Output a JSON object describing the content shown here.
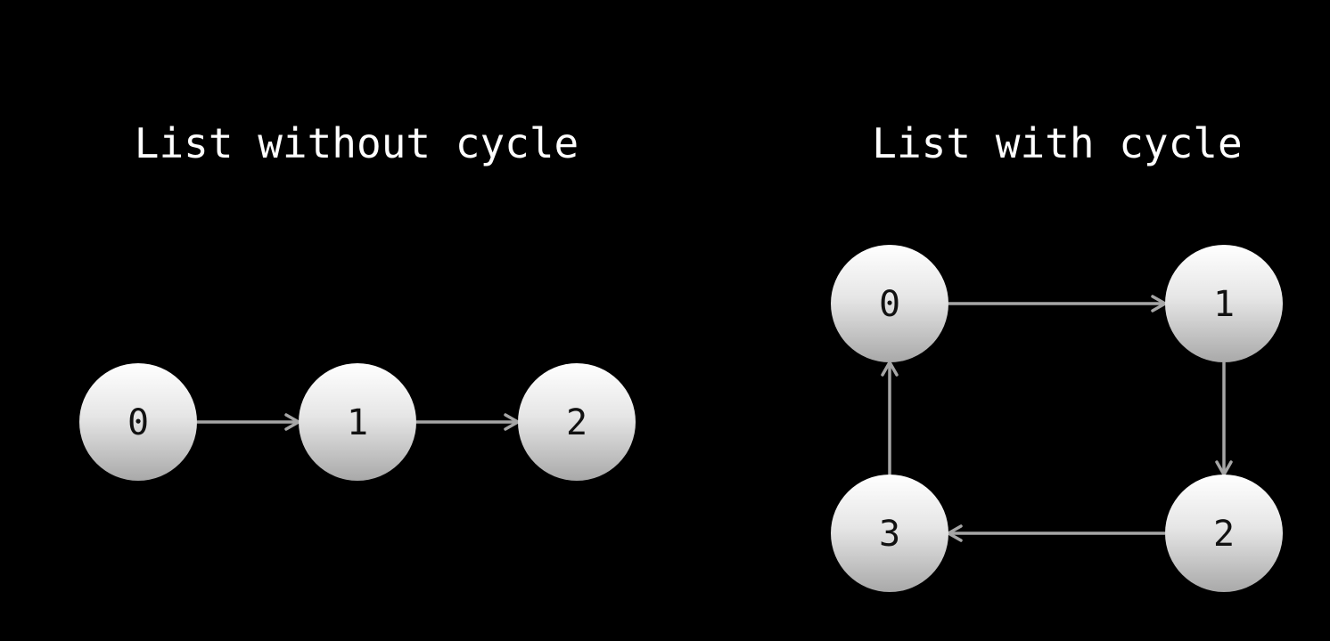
{
  "colors": {
    "background": "#000000",
    "title": "#ffffff",
    "node_top": "#ffffff",
    "node_bottom": "#a9a9a9",
    "node_label": "#111111",
    "edge": "#a6a6a6"
  },
  "diagrams": {
    "without_cycle": {
      "title": "List without cycle",
      "nodes": [
        {
          "id": "n0",
          "label": "0"
        },
        {
          "id": "n1",
          "label": "1"
        },
        {
          "id": "n2",
          "label": "2"
        }
      ],
      "edges": [
        {
          "from": "n0",
          "to": "n1"
        },
        {
          "from": "n1",
          "to": "n2"
        }
      ]
    },
    "with_cycle": {
      "title": "List with cycle",
      "nodes": [
        {
          "id": "c0",
          "label": "0"
        },
        {
          "id": "c1",
          "label": "1"
        },
        {
          "id": "c2",
          "label": "2"
        },
        {
          "id": "c3",
          "label": "3"
        }
      ],
      "edges": [
        {
          "from": "c0",
          "to": "c1"
        },
        {
          "from": "c1",
          "to": "c2"
        },
        {
          "from": "c2",
          "to": "c3"
        },
        {
          "from": "c3",
          "to": "c0"
        }
      ]
    }
  }
}
